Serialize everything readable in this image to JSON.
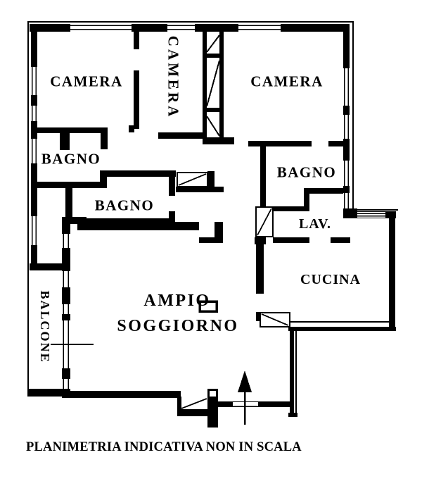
{
  "plan": {
    "caption": "PLANIMETRIA INDICATIVA NON IN SCALA",
    "colors": {
      "wall": "#000000",
      "background": "#ffffff"
    },
    "rooms": {
      "camera_left": {
        "label": "CAMERA"
      },
      "camera_middle": {
        "label": "CAMERA",
        "orientation": "vertical"
      },
      "camera_right": {
        "label": "CAMERA"
      },
      "bagno_left": {
        "label": "BAGNO"
      },
      "bagno_middle": {
        "label": "BAGNO"
      },
      "bagno_right": {
        "label": "BAGNO"
      },
      "lavanderia": {
        "label": "LAV."
      },
      "cucina": {
        "label": "CUCINA"
      },
      "soggiorno": {
        "label": "AMPIO SOGGIORNO",
        "line1": "AMPIO",
        "line2": "SOGGIORNO"
      },
      "balcone": {
        "label": "BALCONE",
        "orientation": "vertical"
      }
    },
    "symbols": {
      "entrance_arrow": "arrow-up-entrance"
    }
  }
}
